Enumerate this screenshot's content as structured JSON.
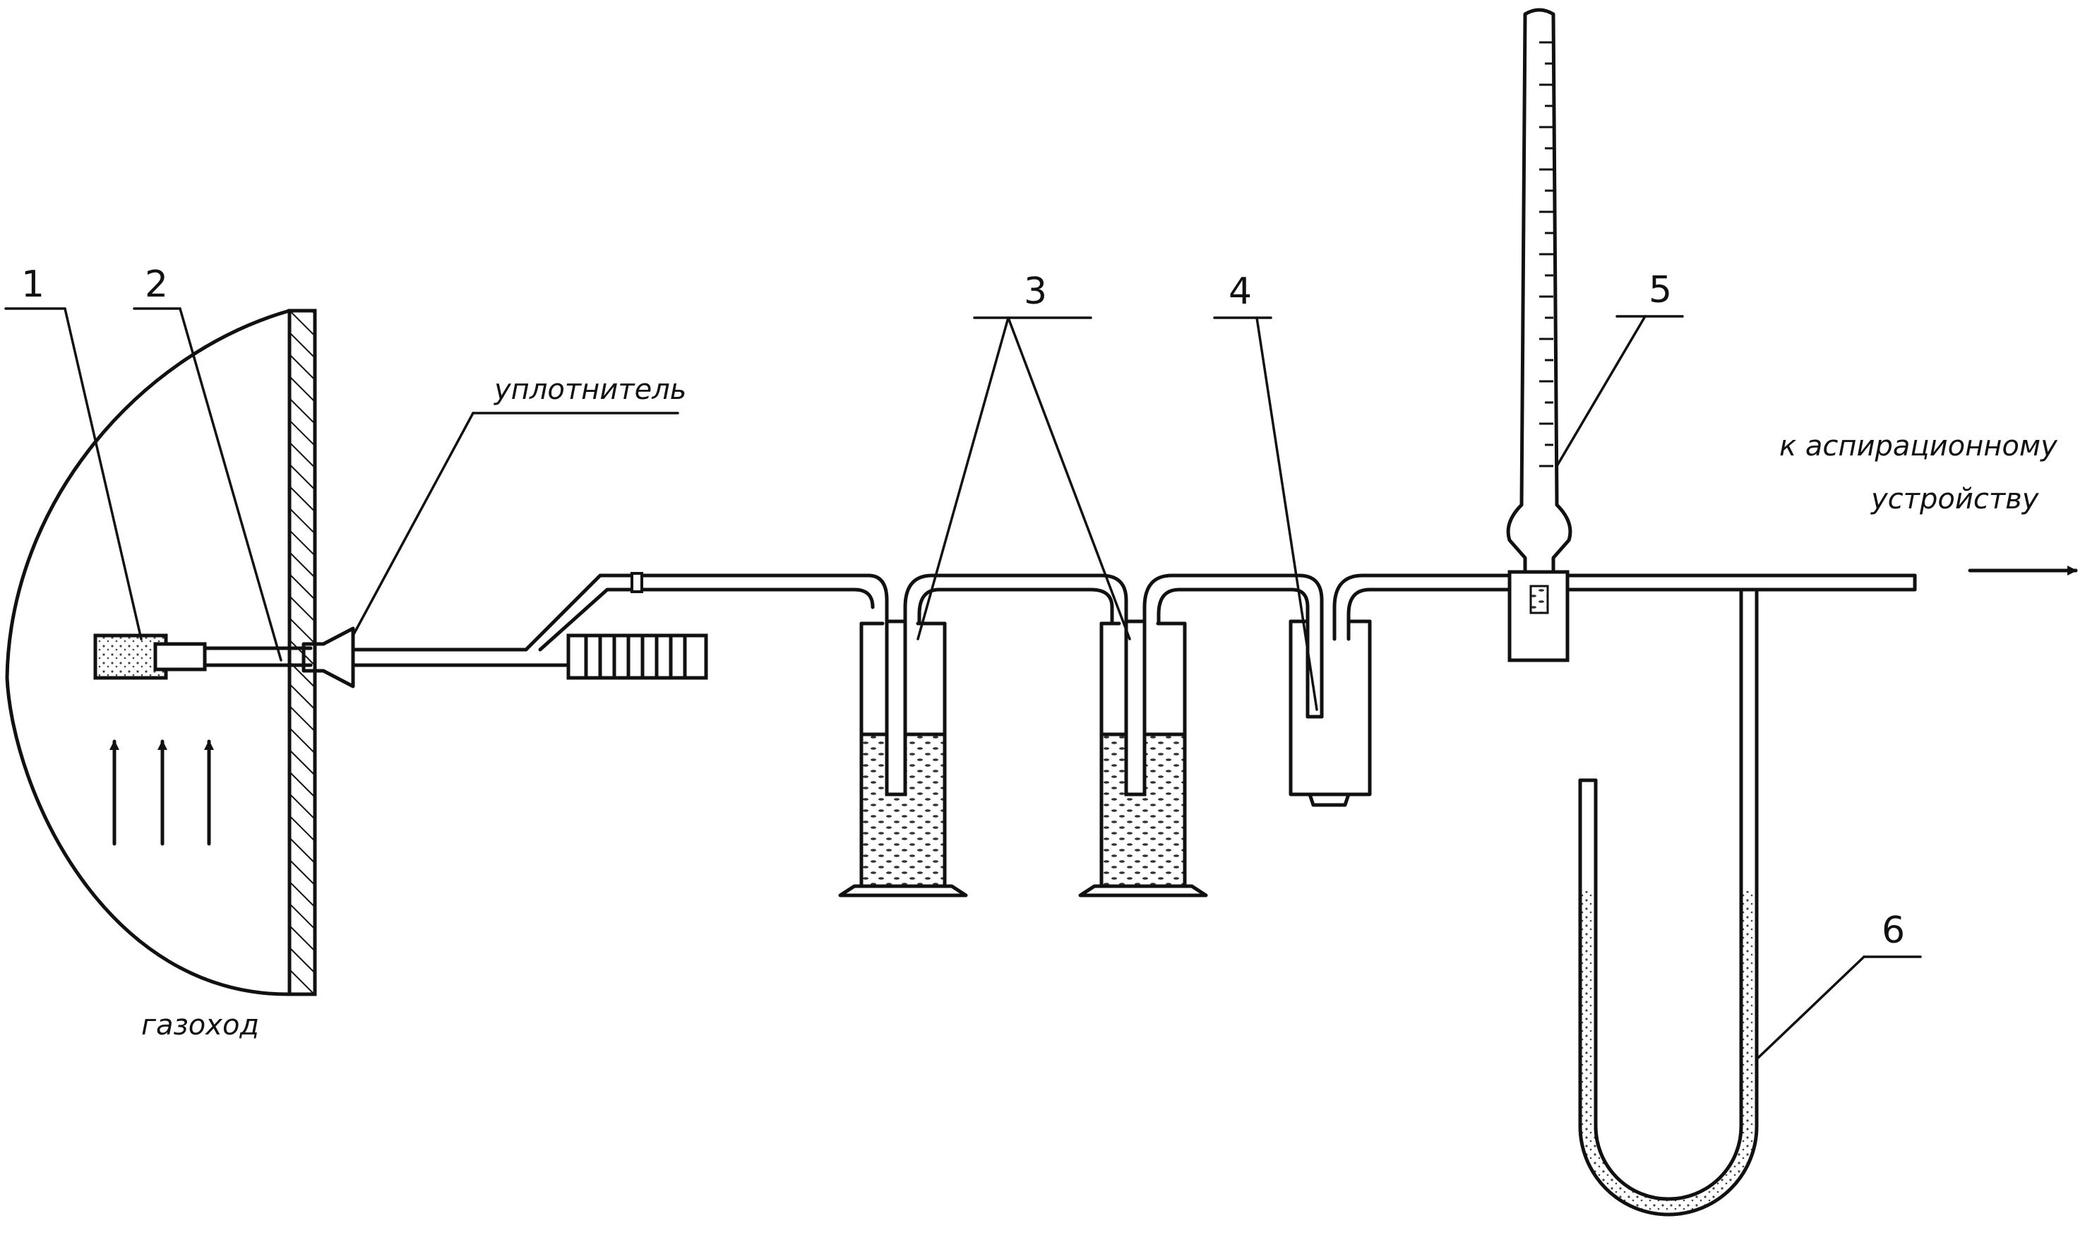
{
  "labels": {
    "callout_1": "1",
    "callout_2": "2",
    "callout_3": "3",
    "callout_4": "4",
    "callout_5": "5",
    "callout_6": "6",
    "seal": "уплотнитель",
    "flue": "газоход",
    "aspirator_line1": "к аспирационному",
    "aspirator_line2": "устройству"
  },
  "colors": {
    "ink": "#111111",
    "background": "#ffffff"
  }
}
